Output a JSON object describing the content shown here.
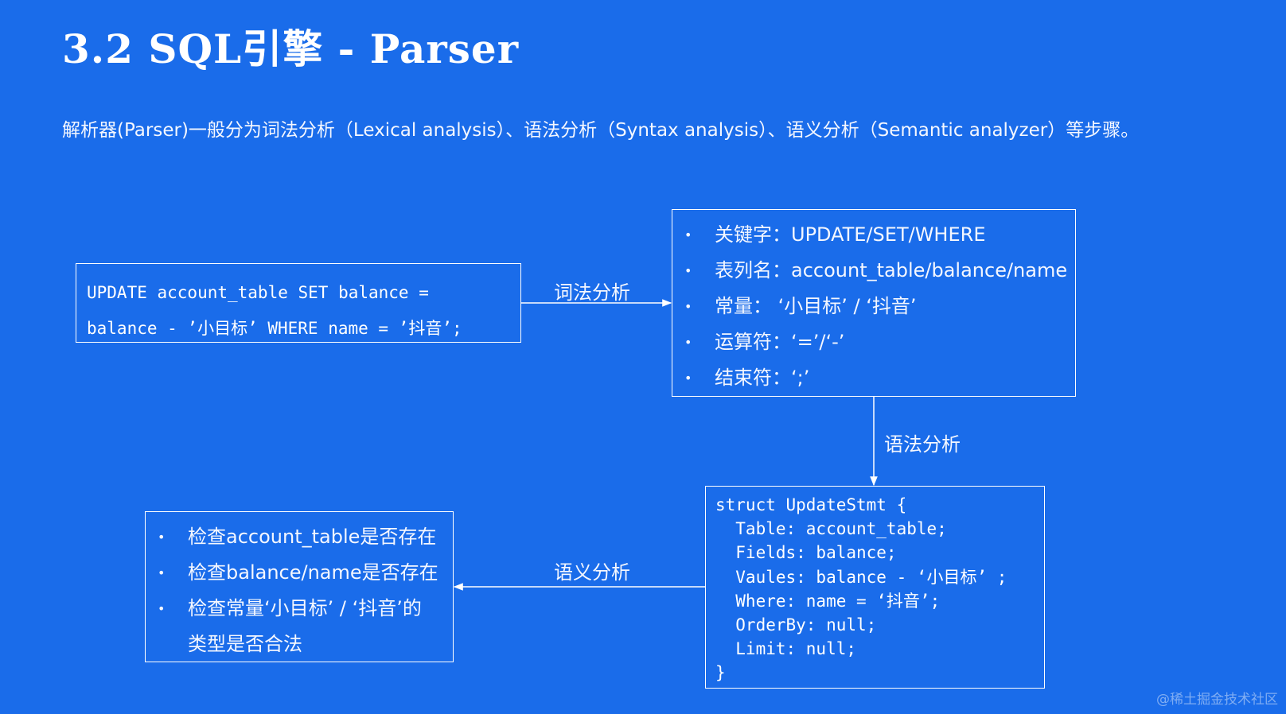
{
  "title": "3.2 SQL引擎 -  Parser",
  "subtitle": "解析器(Parser)一般分为词法分析（Lexical analysis）、语法分析（Syntax analysis）、语义分析（Semantic analyzer）等步骤。",
  "sql_box": {
    "lines": [
      "UPDATE account_table SET balance =",
      "balance - ’小目标’ WHERE name = ’抖音’;"
    ]
  },
  "tokens_box": {
    "bullet": "•",
    "items": [
      "关键字：UPDATE/SET/WHERE",
      "表列名：account_table/balance/name",
      "常量：  ‘小目标’ / ‘抖音’",
      "运算符：‘=’/‘-’",
      "结束符：‘;’"
    ]
  },
  "struct_box": {
    "lines": [
      "struct UpdateStmt {",
      "  Table: account_table;",
      "  Fields: balance;",
      "  Vaules: balance - ‘小目标’ ;",
      "  Where: name = ‘抖音’;",
      "  OrderBy: null;",
      "  Limit: null;",
      "}"
    ]
  },
  "check_box": {
    "bullet": "•",
    "items": [
      "检查account_table是否存在",
      "检查balance/name是否存在",
      "检查常量‘小目标’ / ‘抖音’的",
      "类型是否合法"
    ]
  },
  "edges": {
    "lexical": "词法分析",
    "syntax": "语法分析",
    "semantic": "语义分析"
  },
  "watermark": "@稀土掘金技术社区",
  "colors": {
    "background": "#1a6cea",
    "foreground": "#ffffff"
  }
}
